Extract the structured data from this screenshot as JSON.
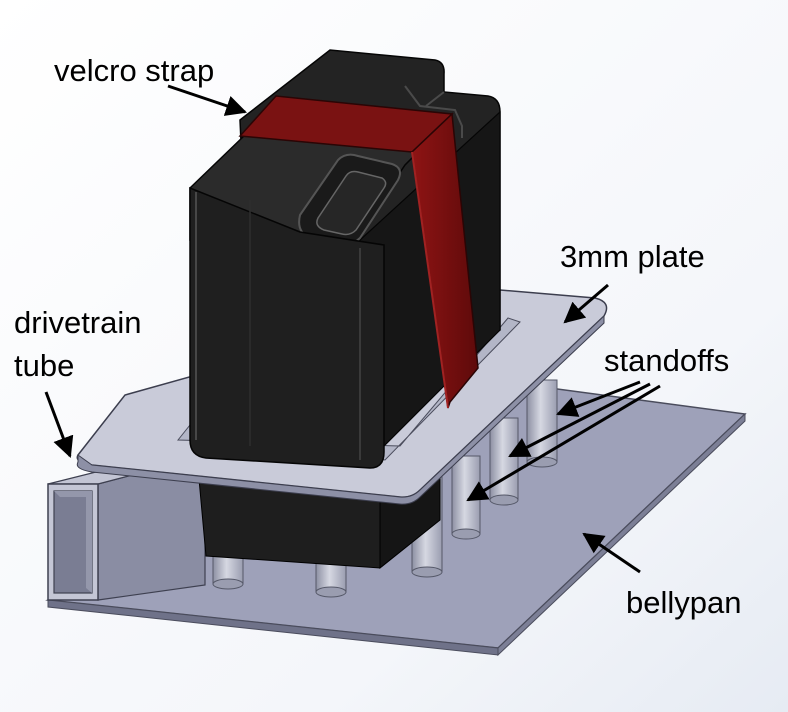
{
  "labels": {
    "velcro_strap": "velcro strap",
    "plate": "3mm plate",
    "drivetrain_line1": "drivetrain",
    "drivetrain_line2": "tube",
    "standoffs": "standoffs",
    "bellypan": "bellypan"
  },
  "colors": {
    "battery": "#1f1f1f",
    "strap": "#7a1010",
    "plate": "#c9cbd9",
    "bellypan": "#9b9eb7",
    "standoff": "#b5b8c5",
    "tube": "#a9abbe"
  }
}
